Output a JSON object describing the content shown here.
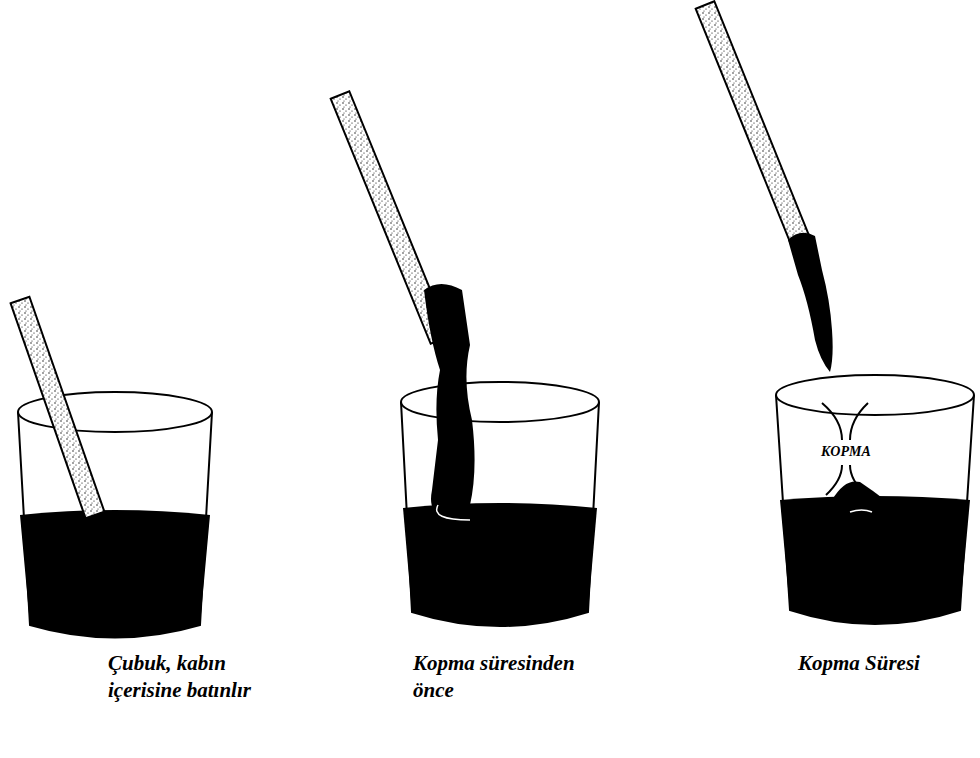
{
  "diagram": {
    "labels": [
      "Çubuk, kabın içerisine batınlır",
      "Kopma süresinden önce",
      "Kopma Süresi",
      "KOPMA"
    ]
  }
}
